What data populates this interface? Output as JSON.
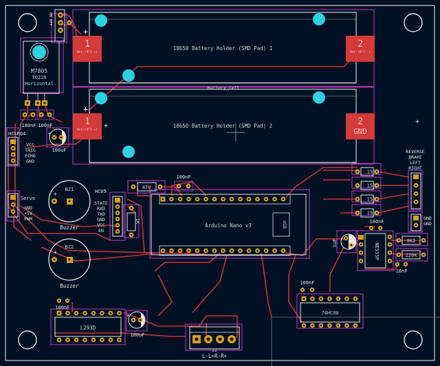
{
  "board": {
    "colors": {
      "background": "#001023",
      "edge": "#d0d2cd",
      "copper": "#c83434",
      "silk": "#e8e8e8",
      "courtyard": "#c23dcb",
      "pad": "#d9a021",
      "mounting_hole": "#2fd0e0"
    }
  },
  "components": {
    "battery1": {
      "label": "18650 Battery Holder (SMD Pad) 1",
      "pad1": "1",
      "pad2": "2",
      "pad1_net": "Net-(BT1-+)",
      "pad2_net": "Net-(BT1--)"
    },
    "battery2": {
      "label": "18650 Battery Holder (SMD Pad) 2",
      "pad1": "1",
      "pad2": "2",
      "pad1_net": "Net-(BT1-+)",
      "pad2_net": "GND"
    },
    "battery_cell_ref": "Battery_Cell",
    "on_off": "ON OFF",
    "regulator": {
      "line1": "M7805",
      "line2": "TO220",
      "line3": "Horizontal"
    },
    "cap_reg_in": "100nF",
    "cap_reg_out": "100nF",
    "cap_100uf_1": "100uF",
    "hcsr04": {
      "title": "HCSR04",
      "pins": [
        "VCC",
        "TRIG",
        "ECHO",
        "GND"
      ]
    },
    "servo": {
      "title": "Servo",
      "pins": [
        "GND",
        "+5V",
        "PWM"
      ]
    },
    "buzzer1": {
      "ref": "BZ1",
      "label": "Buzzer"
    },
    "buzzer2": {
      "ref": "BZ2",
      "label": "Buzzer"
    },
    "hc05": {
      "title": "HC05",
      "pins": [
        "STATE",
        "RXD",
        "TXD",
        "GND",
        "VCC",
        "EN"
      ]
    },
    "res_470": "470",
    "cap_nano": "100nF",
    "res_1k": "1K",
    "arduino": {
      "label": "Arduino Nano v3",
      "usb": "USB"
    },
    "res_150": [
      "150",
      "150",
      "150",
      "150"
    ],
    "leds": {
      "pins": [
        "REVERSE",
        "BRAKE",
        "LEFT",
        "RIGHT"
      ]
    },
    "gnd_header": [
      "GND",
      "GND"
    ],
    "ne555": {
      "label": "NE555P",
      "cap": "100nF"
    },
    "cap_1uf": "1uF",
    "res_8k2": "8K2",
    "res_220k": "220K",
    "cap_10nf": "10nF",
    "ic_74hc00": {
      "label": "74HC00",
      "cap": "100nF"
    },
    "l293d": {
      "label": "L293D",
      "cap": "100nF"
    },
    "cap_100uf_2": "100uF",
    "motor": {
      "ref": "J2",
      "label": "L-L+R-R+"
    }
  }
}
